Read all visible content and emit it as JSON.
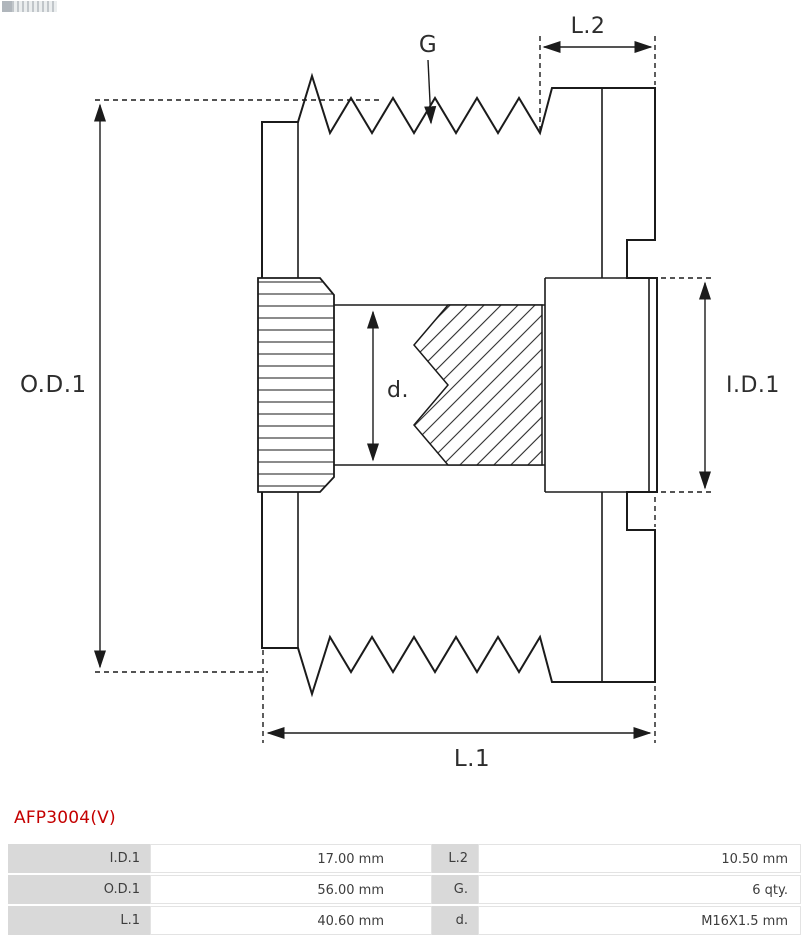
{
  "part_number": "AFP3004(V)",
  "diagram": {
    "labels": {
      "g": "G",
      "l2": "L.2",
      "od1": "O.D.1",
      "id1": "I.D.1",
      "d": "d.",
      "l1": "L.1"
    }
  },
  "specs": {
    "rows": [
      {
        "c1_label": "I.D.1",
        "c1_value": "17.00 mm",
        "c2_label": "L.2",
        "c2_value": "10.50 mm"
      },
      {
        "c1_label": "O.D.1",
        "c1_value": "56.00 mm",
        "c2_label": "G.",
        "c2_value": "6 qty."
      },
      {
        "c1_label": "L.1",
        "c1_value": "40.60 mm",
        "c2_label": "d.",
        "c2_value": "M16X1.5 mm"
      }
    ]
  },
  "colors": {
    "accent_red": "#c40000",
    "line": "#1b1b1b",
    "table_label_bg": "#d9d9d9"
  }
}
